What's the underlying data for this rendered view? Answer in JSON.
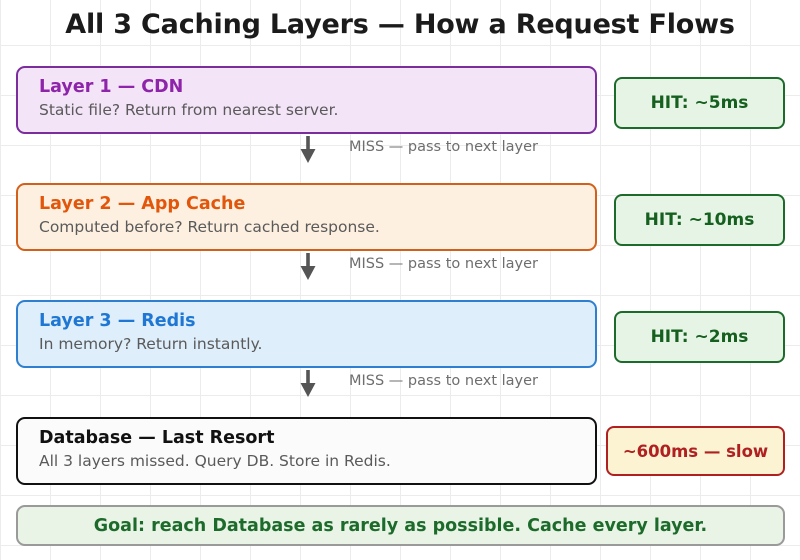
{
  "title": "All 3 Caching Layers — How a Request Flows",
  "colors": {
    "cdn": "#8e24aa",
    "app_cache": "#e2560c",
    "redis": "#1f77d4",
    "database": "#111111",
    "hit_green": "#16601f",
    "slow_red": "#b02020",
    "goal_green": "#1d6b2b",
    "miss_gray": "#6e6e6e"
  },
  "layers": [
    {
      "id": "cdn",
      "title": "Layer 1 — CDN",
      "subtitle": "Static file? Return from nearest server.",
      "badge": "HIT: ~5ms"
    },
    {
      "id": "app-cache",
      "title": "Layer 2 — App Cache",
      "subtitle": "Computed before? Return cached response.",
      "badge": "HIT: ~10ms"
    },
    {
      "id": "redis",
      "title": "Layer 3 — Redis",
      "subtitle": "In memory? Return instantly.",
      "badge": "HIT: ~2ms"
    },
    {
      "id": "database",
      "title": "Database — Last Resort",
      "subtitle": "All 3 layers missed. Query DB. Store in Redis.",
      "badge": "~600ms — slow"
    }
  ],
  "transitions": [
    {
      "label": "MISS — pass to next layer",
      "icon": "arrow-down-icon"
    },
    {
      "label": "MISS — pass to next layer",
      "icon": "arrow-down-icon"
    },
    {
      "label": "MISS — pass to next layer",
      "icon": "arrow-down-icon"
    }
  ],
  "goal": {
    "text": "Goal: reach Database as rarely as possible. Cache every layer."
  }
}
